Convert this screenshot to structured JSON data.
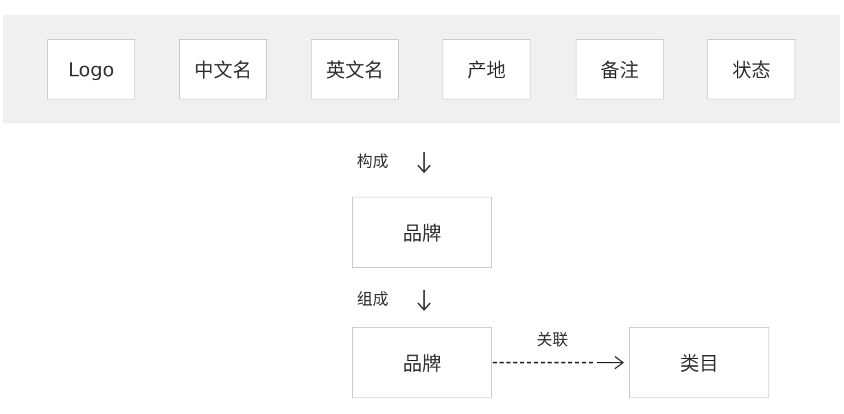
{
  "attributes": [
    "Logo",
    "中文名",
    "英文名",
    "产地",
    "备注",
    "状态"
  ],
  "relations": {
    "compose_label": "构成",
    "consist_label": "组成",
    "associate_label": "关联"
  },
  "nodes": {
    "brand_upper": "品牌",
    "brand_lower": "品牌",
    "category": "类目"
  }
}
